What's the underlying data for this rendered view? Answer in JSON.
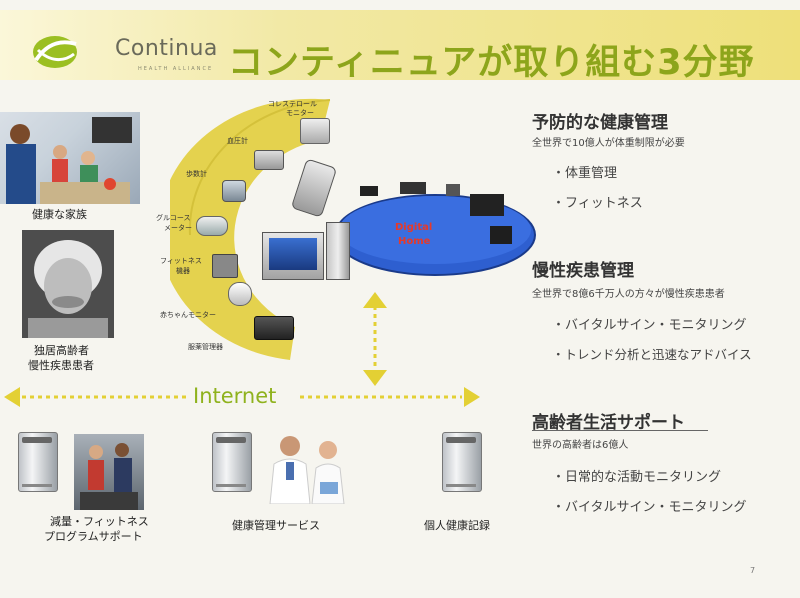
{
  "header": {
    "brand": "Continua",
    "brand_sub": "HEALTH ALLIANCE",
    "title": "コンティニュアが取り組む3分野"
  },
  "left_photos": {
    "family_label": "健康な家族",
    "elderly_label_1": "独居高齢者",
    "elderly_label_2": "慢性疾患患者"
  },
  "device_arc_labels": {
    "cholesterol_1": "コレステロール",
    "cholesterol_2": "モニター",
    "blood_pressure": "血圧計",
    "pedometer": "歩数計",
    "glucose_1": "グルコース",
    "glucose_2": "メーター",
    "fitness_1": "フィットネス",
    "fitness_2": "機器",
    "baby_monitor": "赤ちゃんモニター",
    "medication": "服薬管理器"
  },
  "digital_home": {
    "line1": "Digital",
    "line2": "Home"
  },
  "internet_label": "Internet",
  "services": {
    "fitness_1": "減量・フィットネス",
    "fitness_2": "プログラムサポート",
    "health_mgmt": "健康管理サービス",
    "personal_record": "個人健康記録"
  },
  "sections": [
    {
      "title": "予防的な健康管理",
      "subtitle": "全世界で10億人が体重制限が必要",
      "items": [
        "・体重管理",
        "・フィットネス"
      ]
    },
    {
      "title": "慢性疾患管理",
      "subtitle": "全世界で8億6千万人の方々が慢性疾患患者",
      "items": [
        "・バイタルサイン・モニタリング",
        "・トレンド分析と迅速なアドバイス"
      ]
    },
    {
      "title": "高齢者生活サポート",
      "subtitle": "世界の高齢者は6億人",
      "items": [
        "・日常的な活動モニタリング",
        "・バイタルサイン・モニタリング"
      ]
    }
  ],
  "page_number": "7",
  "colors": {
    "accent_green": "#8da51b",
    "arc_yellow": "#e4d24e",
    "home_blue": "#2e5fd0",
    "arrow_yellow": "#e3d034"
  }
}
